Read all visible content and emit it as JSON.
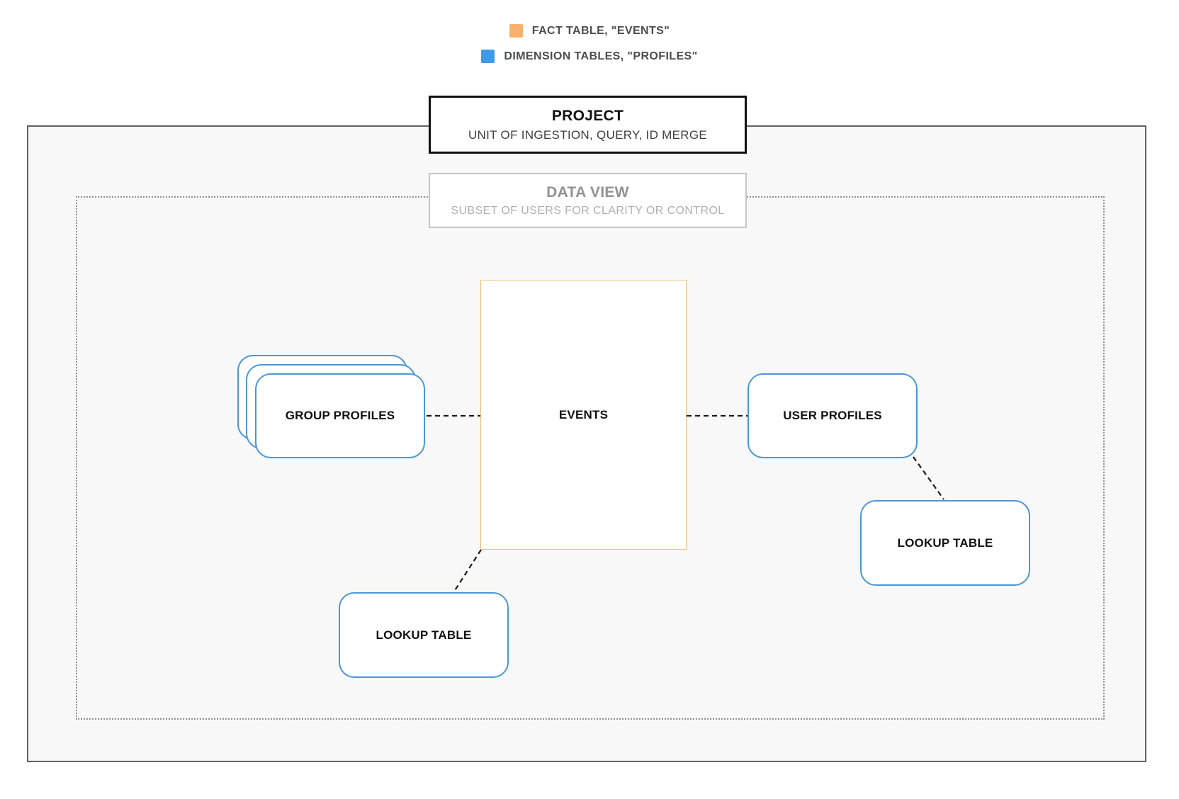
{
  "legend": {
    "items": [
      {
        "icon": "fact-swatch",
        "label": "FACT TABLE, \"EVENTS\"",
        "color": "#F6B26B"
      },
      {
        "icon": "dimension-swatch",
        "label": "DIMENSION TABLES, \"PROFILES\"",
        "color": "#3E9BE9"
      }
    ]
  },
  "project": {
    "title": "PROJECT",
    "subtitle": "UNIT OF INGESTION, QUERY, ID MERGE"
  },
  "data_view": {
    "title": "DATA VIEW",
    "subtitle": "SUBSET OF USERS FOR CLARITY OR CONTROL"
  },
  "nodes": {
    "events": {
      "label": "EVENTS",
      "type": "fact"
    },
    "group_profiles": {
      "label": "GROUP PROFILES",
      "type": "dimension",
      "stacked": true
    },
    "user_profiles": {
      "label": "USER PROFILES",
      "type": "dimension"
    },
    "lookup_table_right": {
      "label": "LOOKUP TABLE",
      "type": "dimension"
    },
    "lookup_table_bottom": {
      "label": "LOOKUP TABLE",
      "type": "dimension"
    }
  },
  "connections": [
    {
      "from": "group_profiles",
      "to": "events",
      "style": "dashed"
    },
    {
      "from": "events",
      "to": "user_profiles",
      "style": "dashed"
    },
    {
      "from": "user_profiles",
      "to": "lookup_table_right",
      "style": "dashed"
    },
    {
      "from": "events",
      "to": "lookup_table_bottom",
      "style": "dashed"
    }
  ],
  "colors": {
    "fact": "#F6B26B",
    "dimension": "#3E9BE9",
    "fact_border": "#F0BC7E",
    "dimension_border": "#4A97D9",
    "connector": "#1A1A1A",
    "project_border": "#101010",
    "container_border": "#616161",
    "dotted_border": "#8F8F8F",
    "data_view_border": "#C6C6C6",
    "muted_text": "#929292",
    "muted_subtext": "#AFAFAF",
    "label_text": "#111111",
    "subtitle_text": "#3E3E3E",
    "legend_text": "#4D4D4D",
    "diagram_bg": "#F8F8F8"
  }
}
